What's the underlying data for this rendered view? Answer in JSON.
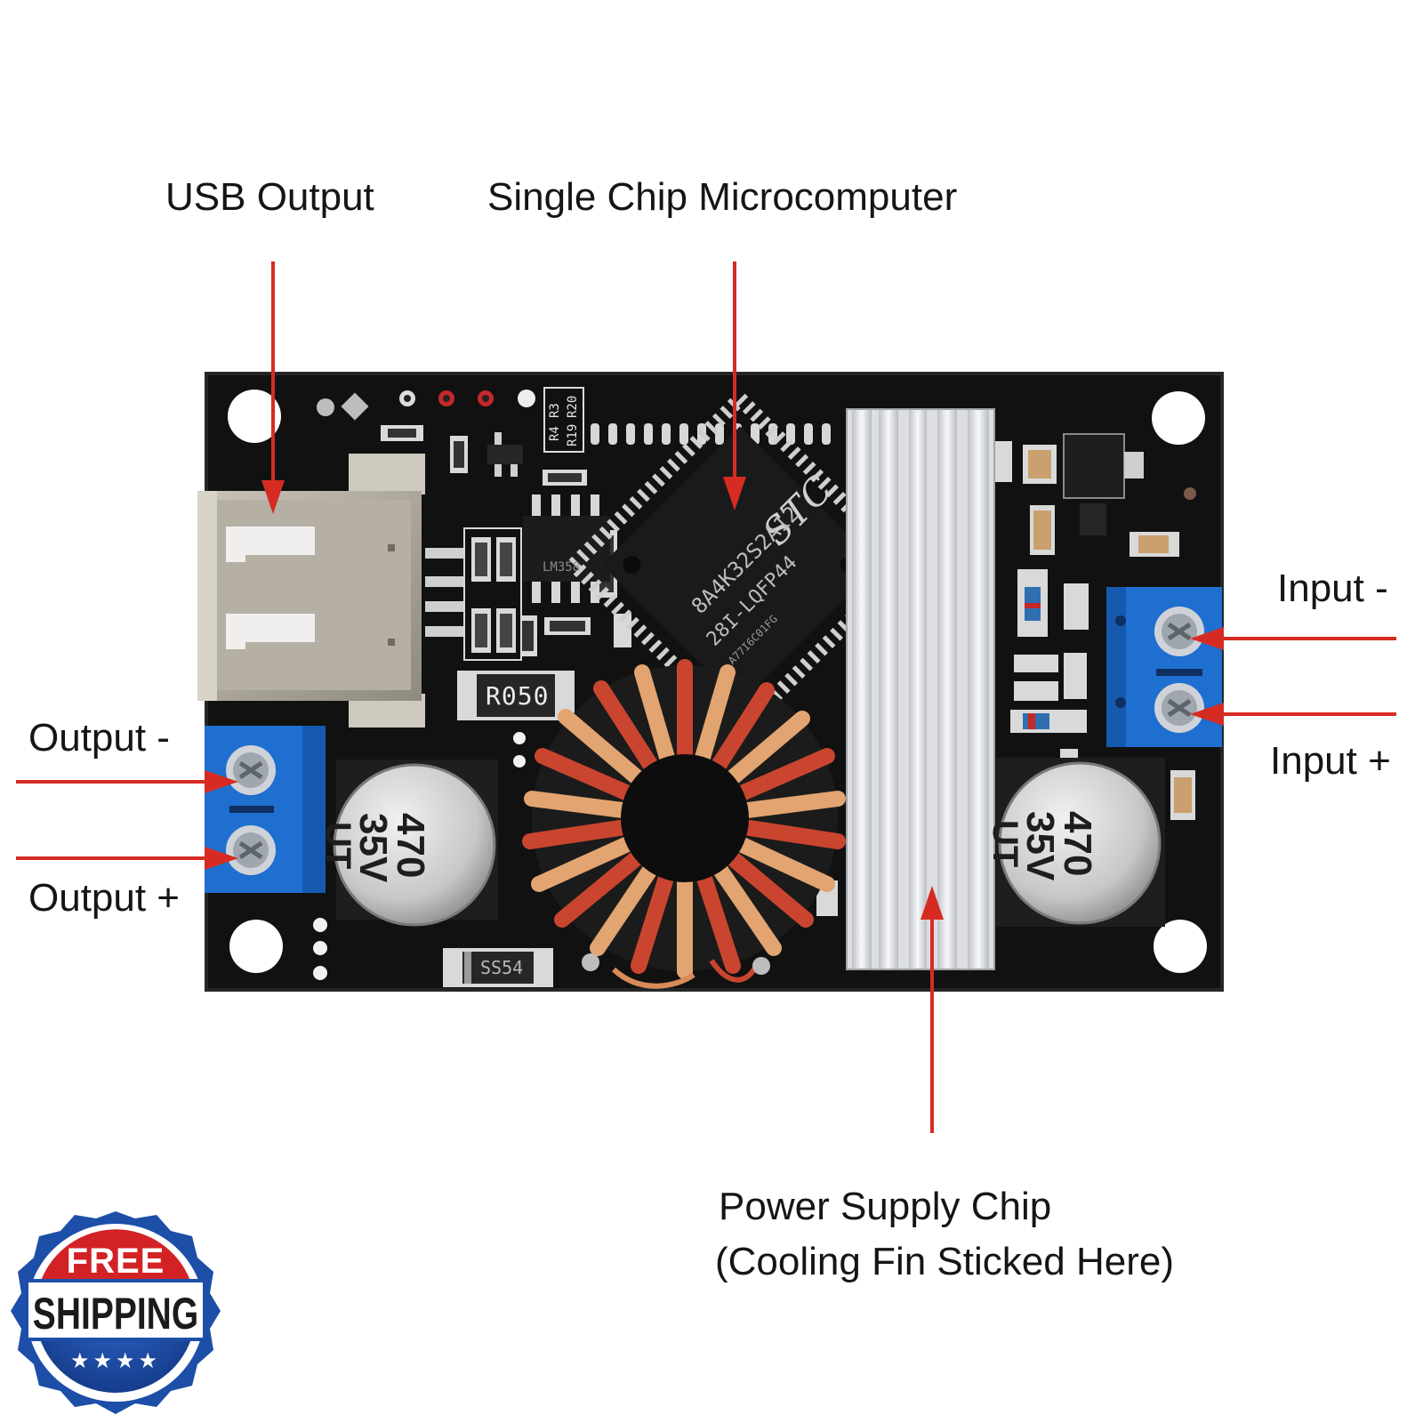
{
  "labels": {
    "usb_output": "USB Output",
    "single_chip_microcomputer": "Single Chip Microcomputer",
    "input_minus": "Input -",
    "input_plus": "Input +",
    "output_minus": "Output -",
    "output_plus": "Output +",
    "power_supply_chip_line1": "Power Supply Chip",
    "power_supply_chip_line2": "(Cooling Fin Sticked Here)"
  },
  "board_markings": {
    "mcu_brand": "STC",
    "mcu_part": "8A4K32S2A12",
    "mcu_package": "28I-LQFP44",
    "mcu_code": "A77I6C01FG",
    "shunt_resistor": "R050",
    "diode": "SS54",
    "opamp_code": "LM358",
    "capacitor_value": "470",
    "capacitor_voltage": "35V",
    "capacitor_series": "UT",
    "silkscreen_r4": "R4",
    "silkscreen_r3": "R3",
    "silkscreen_r19": "R19",
    "silkscreen_r20": "R20"
  },
  "badge": {
    "top_text": "FREE",
    "main_text": "SHIPPING",
    "stars": "★★★★"
  },
  "colors": {
    "callout_arrow": "#d62b23",
    "pcb": "#101010",
    "terminal_block": "#1f6fd0",
    "heatsink": "#e8e9ec",
    "coil_copper": "#c9452f",
    "badge_blue": "#1d4fa8",
    "badge_red": "#d32226"
  }
}
